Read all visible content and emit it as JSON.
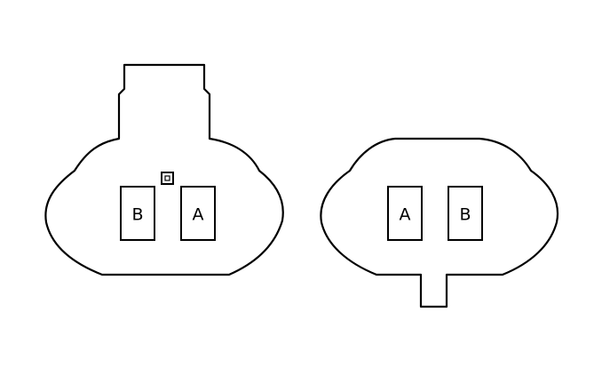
{
  "connectors": [
    {
      "id": "left-connector",
      "pins": [
        {
          "label": "B"
        },
        {
          "label": "A"
        }
      ]
    },
    {
      "id": "right-connector",
      "pins": [
        {
          "label": "A"
        },
        {
          "label": "B"
        }
      ]
    }
  ]
}
